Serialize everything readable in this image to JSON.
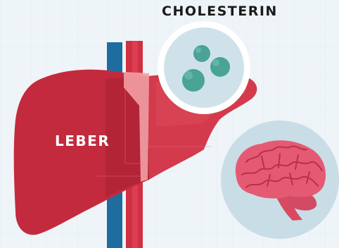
{
  "labels": {
    "title": "CHOLESTERIN",
    "organ": "LEBER"
  },
  "colors": {
    "background": "#eef4f7",
    "liver": "#c32a3e",
    "liver_light": "#d83a4c",
    "liver_shadow": "#a51f31",
    "vein_blue": "#1f6c9e",
    "artery_red": "#d12f43",
    "duct_pink": "#f1a0a4",
    "cholesterol_circle": "#cfe2ea",
    "cholesterol_particle": "#4aa396",
    "brain_circle": "#c9dde6",
    "brain": "#e55a73",
    "brain_stem": "#d84a62"
  },
  "icons": [
    "liver-illustration",
    "cholesterol-molecule-icon",
    "brain-icon"
  ]
}
